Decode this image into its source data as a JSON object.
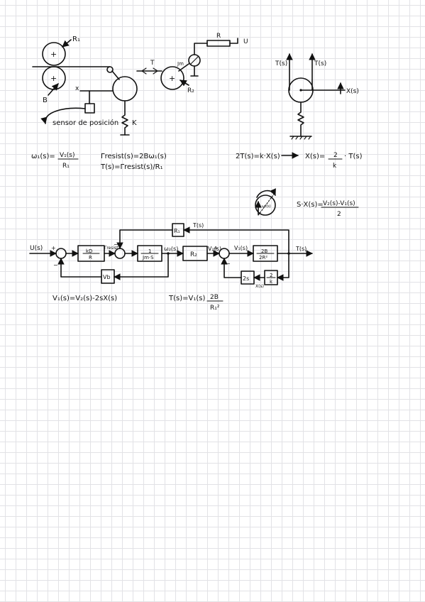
{
  "mech": {
    "r1_label": "R₁",
    "b_label": "B",
    "x_label": "x",
    "t_label": "T",
    "jm_label": "Jm",
    "r2_label": "R₂",
    "k_label": "K",
    "r_label": "R",
    "u_label": "U",
    "sensor_label": "sensor de posición",
    "plus": "+"
  },
  "pulley": {
    "t_left": "T(s)",
    "t_right": "T(s)",
    "x_label": "X(s)"
  },
  "equations": {
    "omega_lhs": "ω₁(s)=",
    "omega_num": "V₁(s)",
    "omega_den": "R₁",
    "gamma_line1": "Γresist(s)=2Bω₁(s)",
    "gamma_line2": "T(s)=Γresist(s)/R₁",
    "twoT": "2T(s)=k·X(s)",
    "x_lhs": "X(s)=",
    "x_num": "2",
    "x_den": "k",
    "x_tail": "· T(s)",
    "small_circle_label": "ω₂(s)",
    "sx_lhs": "S·X(s)=",
    "sx_num": "V₂(s)-V₁(s)",
    "sx_den": "2",
    "v1_eq": "V₁(s)=V₂(s)-2sX(s)",
    "t_eq_lhs": "T(s)=V₁(s)",
    "t_eq_num": "2B",
    "t_eq_den": "R₁²"
  },
  "block_diagram": {
    "u_input": "U(s)",
    "plus": "+",
    "minus": "−",
    "kd_num": "kD",
    "kd_den": "R",
    "gamma_resist": "Γresist",
    "jm_num": "1",
    "jm_den": "Jm·S",
    "omega2": "ω₂(s)",
    "r2_block": "R₂",
    "v2": "V₂(s)",
    "v1": "V₁(s)",
    "gain_num": "2B",
    "gain_den": "2R²",
    "t_output": "T(s)",
    "r1_block": "R₁",
    "t_feedback": "T(s)",
    "vb_block": "Vb",
    "two_s": "2s",
    "x_gain_num": "2",
    "x_gain_den": "k",
    "xs_label": "X(s)"
  }
}
